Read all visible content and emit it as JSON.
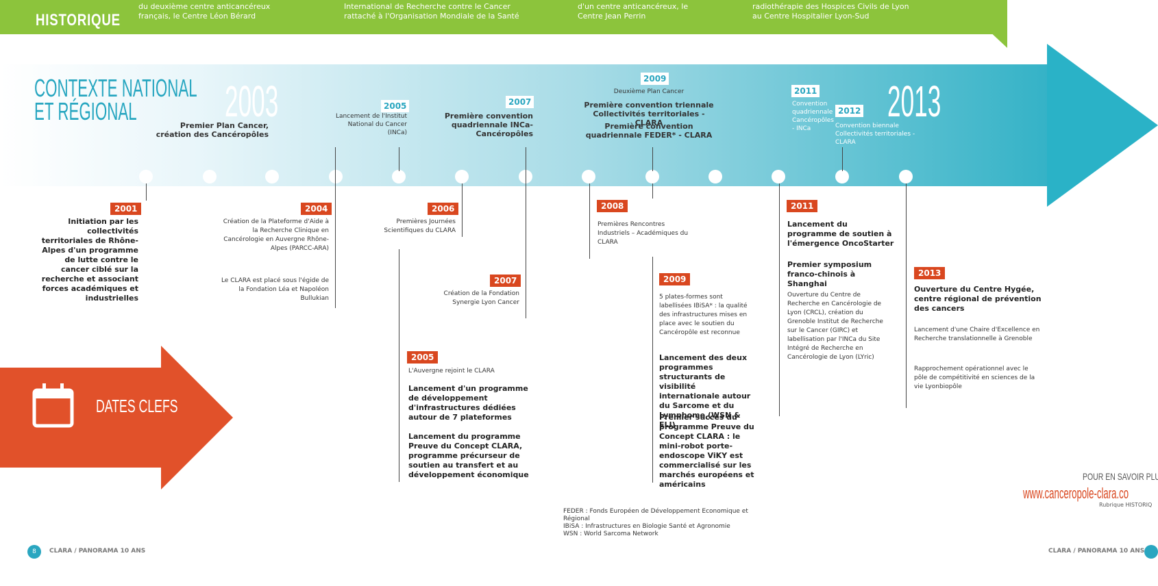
{
  "banner": {
    "title": "HISTORIQUE",
    "snippets": [
      "du deuxième centre anticancéreux français, le Centre Léon Bérard",
      "International de Recherche contre le Cancer rattaché à l'Organisation Mondiale de la Santé",
      "d'un centre anticancéreux, le Centre Jean Perrin",
      "radiothérapie des Hospices Civils de Lyon au Centre Hospitalier Lyon-Sud"
    ]
  },
  "context": {
    "title_line1": "CONTEXTE NATIONAL",
    "title_line2": "ET RÉGIONAL",
    "year_start": "2003",
    "year_end": "2013",
    "events": [
      {
        "year": "",
        "text": "Premier Plan Cancer, création des Cancéropôles"
      },
      {
        "year": "2005",
        "text": "Lancement de l'Institut National du Cancer (INCa)"
      },
      {
        "year": "2007",
        "text": "Première convention quadriennale INCa-Cancéropôles"
      },
      {
        "year": "2009",
        "line1": "Deuxième Plan Cancer",
        "line2": "Première convention triennale Collectivités territoriales - CLARA",
        "line3": "Première convention quadriennale FEDER* - CLARA"
      },
      {
        "year": "2011",
        "text": "Convention quadriennale Cancéropôles - INCa"
      },
      {
        "year": "2012",
        "text": "Convention biennale Collectivités territoriales - CLARA"
      }
    ]
  },
  "dates": {
    "label": "DATES CLEFS",
    "items": [
      {
        "year": "2001",
        "bold": "Initiation par les collectivités territoriales de Rhône-Alpes d'un programme de lutte contre le cancer ciblé sur la recherche et associant forces académiques et industrielles"
      },
      {
        "year": "2004",
        "text1": "Création de la Plateforme d'Aide à la Recherche Clinique en Cancérologie en Auvergne Rhône-Alpes (PARCC-ARA)",
        "text2": "Le CLARA est placé sous l'égide de la Fondation Léa et Napoléon Bullukian"
      },
      {
        "year": "2006",
        "text": "Premières Journées Scientifiques du CLARA"
      },
      {
        "year": "2007",
        "text": "Création de la Fondation Synergie Lyon Cancer"
      },
      {
        "year": "2005",
        "text": "L'Auvergne rejoint le CLARA",
        "bold1": "Lancement d'un programme de développement d'infrastructures dédiées autour de 7 plateformes",
        "bold2": "Lancement du programme Preuve du Concept CLARA, programme précurseur de soutien au transfert et au développement économique"
      },
      {
        "year": "2008",
        "text": "Premières Rencontres Industriels – Académiques du CLARA"
      },
      {
        "year": "2009",
        "text": "5 plates-formes sont labellisées IBiSA* : la qualité des infrastructures mises en place avec le soutien du Cancéropôle est reconnue",
        "bold1": "Lancement des deux programmes structurants de visibilité internationale autour du Sarcome et du Lymphome (WSN & ELI)",
        "bold2": "Premier succès du programme Preuve du Concept CLARA : le mini-robot porte-endoscope ViKY est commercialisé sur les marchés européens et américains"
      },
      {
        "year": "2011",
        "bold1": "Lancement du programme de soutien à l'émergence OncoStarter",
        "bold2": "Premier symposium franco-chinois à Shanghai",
        "text": "Ouverture du Centre de Recherche en Cancérologie de Lyon (CRCL), création du Grenoble Institut de Recherche sur le Cancer (GIRC) et labellisation par l'INCa du Site Intégré de Recherche en Cancérologie de Lyon (LYric)"
      },
      {
        "year": "2013",
        "bold": "Ouverture du Centre Hygée, centre régional de prévention des cancers",
        "text1": "Lancement d'une Chaire d'Excellence en Recherche translationnelle à Grenoble",
        "text2": "Rapprochement opérationnel avec le pôle de compétitivité en sciences de la vie Lyonbiopôle"
      }
    ]
  },
  "footnotes": [
    "FEDER : Fonds Européen de Développement Economique et Régional",
    "IBiSA : Infrastructures en Biologie Santé et Agronomie",
    "WSN : World Sarcoma Network"
  ],
  "more": {
    "heading": "POUR EN SAVOIR PLU",
    "url": "www.canceropole-clara.co",
    "rubrique": "Rubrique HISTORIQ"
  },
  "footer": {
    "page_left": "8",
    "brand_left": "CLARA / PANORAMA 10 ANS",
    "brand_right": "CLARA / PANORAMA 10 ANS"
  }
}
